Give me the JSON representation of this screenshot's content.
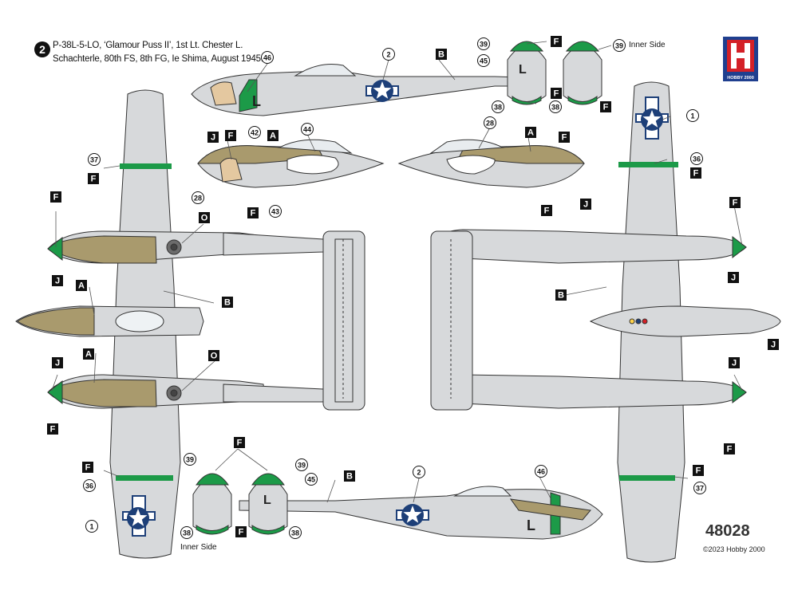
{
  "header": {
    "profile_number": "2",
    "caption_lines": [
      "P-38L-5-LO, ‘Glamour Puss II’, 1st Lt. Chester L.",
      "Schachterle, 80th FS, 8th FG, Ie Shima, August 1945."
    ]
  },
  "logo": {
    "brand_letter": "H",
    "brand_text": "HOBBY 2000",
    "colors": {
      "blue": "#1f3f8f",
      "red": "#d42027"
    }
  },
  "footer": {
    "kit_number": "48028",
    "copyright": "©2023 Hobby 2000"
  },
  "side_labels": {
    "inner_side_top": "Inner Side",
    "inner_side_bottom": "Inner Side"
  },
  "aircraft_marks": {
    "code_letter": "L"
  },
  "colors": {
    "aluminium": "#d7d9db",
    "olive": "#a99a6d",
    "green": "#1c9a48",
    "insignia_blue": "#1d3f78",
    "outline": "#333333"
  },
  "callouts": [
    {
      "text": "46",
      "shape": "circle"
    },
    {
      "text": "2",
      "shape": "circle"
    },
    {
      "text": "B",
      "shape": "square"
    },
    {
      "text": "39",
      "shape": "circle"
    },
    {
      "text": "F",
      "shape": "square"
    },
    {
      "text": "39",
      "shape": "circle"
    },
    {
      "text": "45",
      "shape": "circle"
    },
    {
      "text": "F",
      "shape": "square"
    },
    {
      "text": "38",
      "shape": "circle"
    },
    {
      "text": "38",
      "shape": "circle"
    },
    {
      "text": "F",
      "shape": "square"
    },
    {
      "text": "F",
      "shape": "square"
    },
    {
      "text": "42",
      "shape": "circle"
    },
    {
      "text": "A",
      "shape": "square"
    },
    {
      "text": "44",
      "shape": "circle"
    },
    {
      "text": "28",
      "shape": "circle"
    },
    {
      "text": "J",
      "shape": "square"
    },
    {
      "text": "F",
      "shape": "square"
    },
    {
      "text": "43",
      "shape": "circle"
    },
    {
      "text": "28",
      "shape": "circle"
    },
    {
      "text": "A",
      "shape": "square"
    },
    {
      "text": "F",
      "shape": "square"
    },
    {
      "text": "F",
      "shape": "square"
    },
    {
      "text": "J",
      "shape": "square"
    },
    {
      "text": "37",
      "shape": "circle"
    },
    {
      "text": "F",
      "shape": "square"
    },
    {
      "text": "F",
      "shape": "square"
    },
    {
      "text": "O",
      "shape": "square"
    },
    {
      "text": "J",
      "shape": "square"
    },
    {
      "text": "A",
      "shape": "square"
    },
    {
      "text": "B",
      "shape": "square"
    },
    {
      "text": "A",
      "shape": "square"
    },
    {
      "text": "O",
      "shape": "square"
    },
    {
      "text": "J",
      "shape": "square"
    },
    {
      "text": "F",
      "shape": "square"
    },
    {
      "text": "F",
      "shape": "square"
    },
    {
      "text": "36",
      "shape": "circle"
    },
    {
      "text": "1",
      "shape": "circle"
    },
    {
      "text": "1",
      "shape": "circle"
    },
    {
      "text": "36",
      "shape": "circle"
    },
    {
      "text": "F",
      "shape": "square"
    },
    {
      "text": "F",
      "shape": "square"
    },
    {
      "text": "J",
      "shape": "square"
    },
    {
      "text": "B",
      "shape": "square"
    },
    {
      "text": "J",
      "shape": "square"
    },
    {
      "text": "J",
      "shape": "square"
    },
    {
      "text": "F",
      "shape": "square"
    },
    {
      "text": "F",
      "shape": "square"
    },
    {
      "text": "37",
      "shape": "circle"
    },
    {
      "text": "F",
      "shape": "square"
    },
    {
      "text": "39",
      "shape": "circle"
    },
    {
      "text": "39",
      "shape": "circle"
    },
    {
      "text": "45",
      "shape": "circle"
    },
    {
      "text": "B",
      "shape": "square"
    },
    {
      "text": "2",
      "shape": "circle"
    },
    {
      "text": "46",
      "shape": "circle"
    },
    {
      "text": "38",
      "shape": "circle"
    },
    {
      "text": "F",
      "shape": "square"
    },
    {
      "text": "38",
      "shape": "circle"
    }
  ]
}
